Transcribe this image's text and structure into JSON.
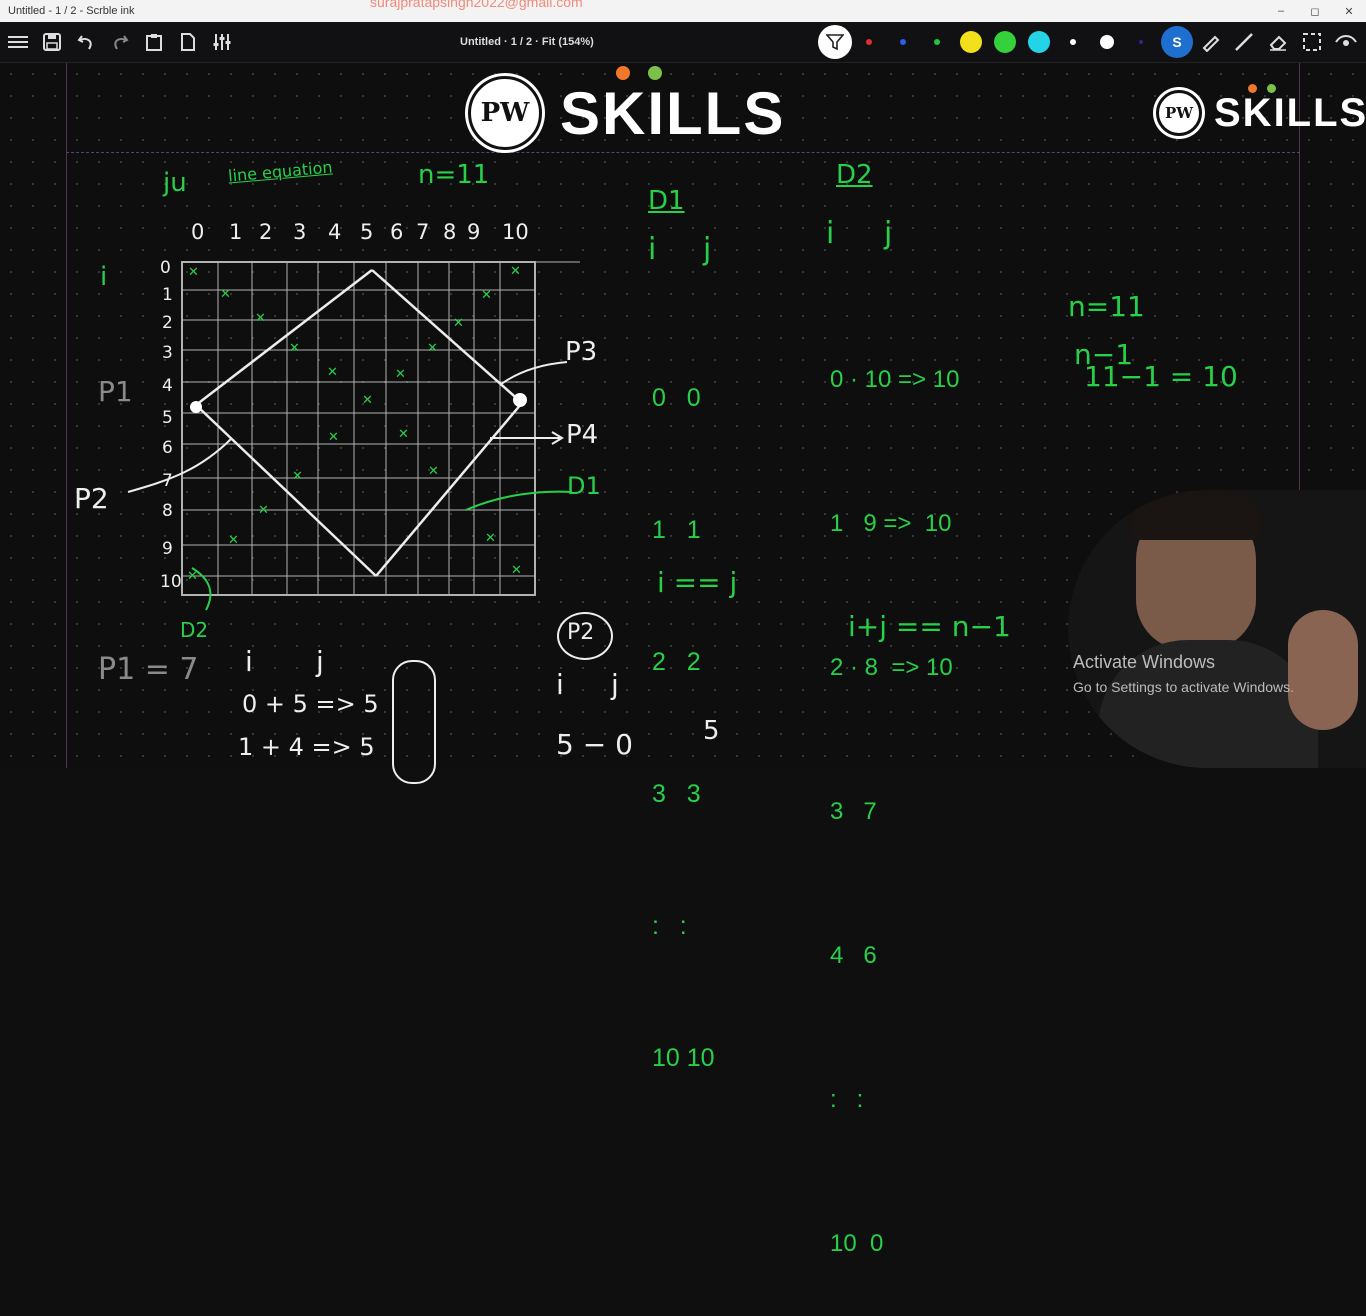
{
  "window": {
    "title": "Untitled - 1 / 2 - Scrble ink",
    "email": "surajpratapsingh2022@gmail.com",
    "controls": [
      "–",
      "◻",
      "✕"
    ]
  },
  "toolbar": {
    "doc_title": "Untitled  ·  1 / 2  ·  Fit (154%)",
    "icons": [
      "menu-icon",
      "save-icon",
      "undo-icon",
      "redo-icon",
      "paste-icon",
      "page-icon",
      "settings-icon"
    ],
    "colors": [
      "#e03030",
      "#2a5ee8",
      "#1fc63a",
      "#f2e01a",
      "#34d13b",
      "#25d3e6",
      "#ffffff",
      "#ffffff",
      "#2a2a8a"
    ],
    "accent": "#1e6fd0"
  },
  "logos": {
    "center_text": "SKILLS",
    "corner_text": "SKILLS",
    "monogram": "PW",
    "dot_colors": [
      "#f0782a",
      "#7cc04a"
    ]
  },
  "notes": {
    "ju": "ju",
    "line_eq": "line equation",
    "n11": "n=11",
    "i_label": "i",
    "col_nums": [
      "0",
      "1",
      "2",
      "3",
      "4",
      "5",
      "6",
      "7",
      "8",
      "9",
      "10"
    ],
    "row_nums": [
      "0",
      "1",
      "2",
      "3",
      "4",
      "5",
      "6",
      "7",
      "8",
      "9",
      "10"
    ],
    "p1": "P1",
    "p2": "P2",
    "p3": "P3",
    "p4": "P4",
    "d1_grid": "D1",
    "d2_grid": "D2",
    "p1_eq": "P1 = 7",
    "bottom_i": "i",
    "bottom_j": "j",
    "bottom_row1": "0 + 5 => 5",
    "bottom_row2": "1 + 4 => 5",
    "p2_circle": "P2",
    "p2_i": "i",
    "p2_j": "j",
    "p2_row": "5 − 0",
    "p2_val": "5",
    "d1_title": "D1",
    "d1_i": "i",
    "d1_j": "j",
    "d1_rows": [
      "0   0",
      "1   1",
      "2   2",
      "3   3",
      ":   :",
      "10 10"
    ],
    "d1_eq": "i == j",
    "d2_title": "D2",
    "d2_i": "i",
    "d2_j": "j",
    "d2_rows": [
      "0 · 10 => 10",
      "1   9 =>  10",
      "2 · 8  => 10",
      "3   7",
      "4   6",
      ":   :",
      "10  0"
    ],
    "d2_eq": "i+j == n−1",
    "side_n": "n=11",
    "side_n1": "n−1",
    "side_calc": "11−1 = 10"
  },
  "overlay": {
    "activate_title": "Activate Windows",
    "activate_sub": "Go to Settings to activate Windows."
  }
}
